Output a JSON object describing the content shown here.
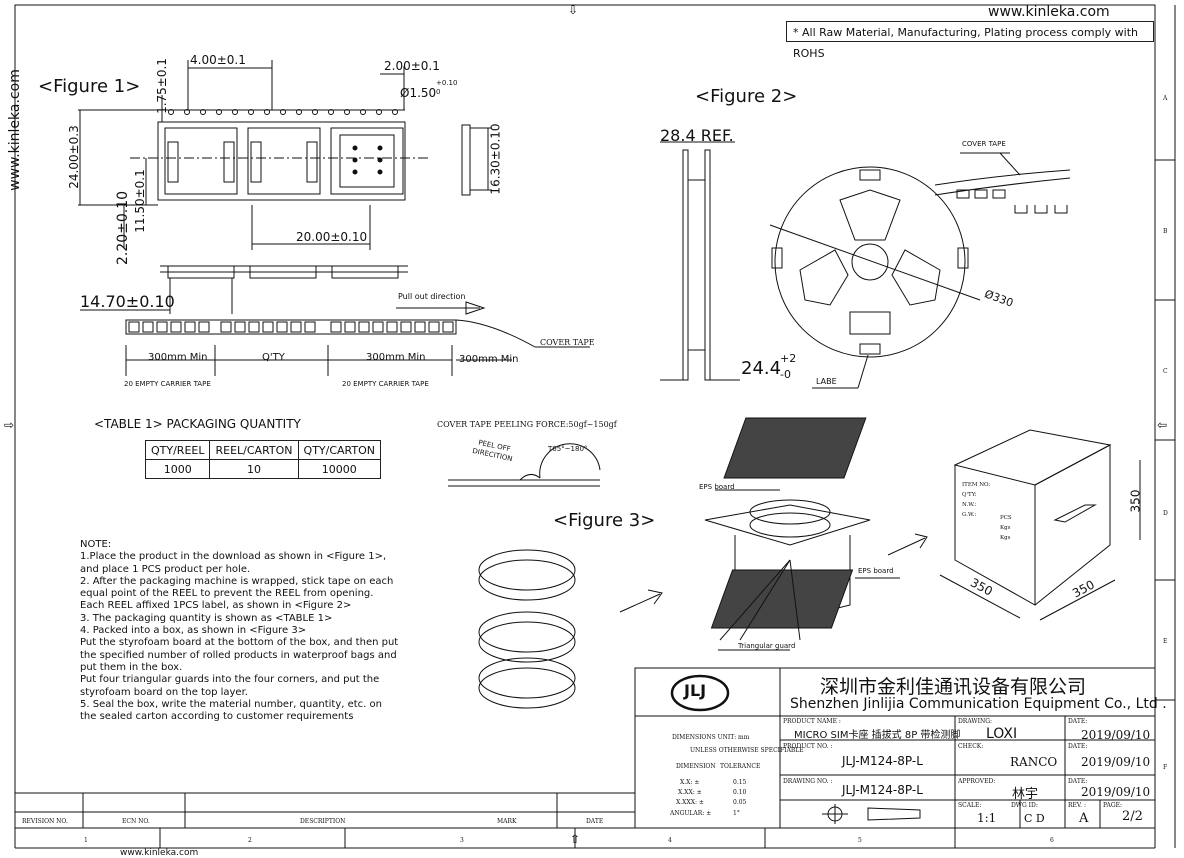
{
  "header": {
    "website": "www.kinleka.com",
    "side_website": "www.kinleka.com",
    "rohs_note": "* All Raw Material, Manufacturing, Plating process comply with ROHS"
  },
  "figures": {
    "fig1": "<Figure 1>",
    "fig2": "<Figure 2>",
    "fig3": "<Figure 3>"
  },
  "dims": {
    "d_4": "4.00±0.1",
    "d_2": "2.00±0.1",
    "d_175": "1.75±0.1",
    "d_15": "Ø1.50",
    "d_15_tol": "+0.10",
    "d_15_tol2": "0",
    "d_24": "24.00±0.3",
    "d_115": "11.50±0.1",
    "d_22": "2.20±0.10",
    "d_20": "20.00±0.10",
    "d_163": "16.30±0.10",
    "d_147": "14.70±0.10",
    "d_284": "28.4 REF.",
    "d_244": "24.4",
    "d_244_p": "+2",
    "d_244_m": "-0",
    "d_330": "Ø330",
    "d_350a": "350",
    "d_350b": "350",
    "d_350c": "350"
  },
  "tape": {
    "pull": "Pull out direction",
    "cover": "COVER TAPE",
    "min1": "300mm Min",
    "qty": "Q'TY",
    "min2": "300mm Min",
    "min3": "300mm Min",
    "empty1": "20 EMPTY CARRIER TAPE",
    "empty2": "20 EMPTY CARRIER TAPE"
  },
  "reel": {
    "cover": "COVER TAPE",
    "labe": "LABE"
  },
  "peel": {
    "force": "COVER TAPE PEELING FORCE:50gf~150gf",
    "dir": "PEEL OFF",
    "dir2": "DIRECITION",
    "angle": "T65°~180°"
  },
  "box": {
    "eps1": "EPS board",
    "eps2": "EPS board",
    "guard": "Triangular guard",
    "lbl1": "ITEM NO:",
    "lbl2": "Q'TY:",
    "lbl3": "N.W.:",
    "lbl4": "G.W.:",
    "v1": "PCS",
    "v2": "Kgs",
    "v3": "Kgs"
  },
  "table": {
    "caption": "<TABLE 1> PACKAGING QUANTITY",
    "headers": [
      "QTY/REEL",
      "REEL/CARTON",
      "QTY/CARTON"
    ],
    "row": [
      "1000",
      "10",
      "10000"
    ]
  },
  "note": {
    "title": "NOTE:",
    "lines": [
      "1.Place the product in the download as shown in <Figure 1>, and place 1 PCS product per hole.",
      "2. After the packaging machine is wrapped, stick tape on each equal point of the REEL to prevent the REEL from opening.",
      "  Each REEL affixed 1PCS label, as shown in <Figure 2>",
      "3. The packaging quantity is shown as <TABLE 1>",
      "4. Packed into a box, as shown in <Figure 3>",
      "  Put the styrofoam board at the bottom of the box, and then put the specified number of rolled products in waterproof bags and put them in the box.",
      "  Put four triangular guards into the four corners, and put the styrofoam board on the top layer.",
      "5. Seal the box, write the material number, quantity, etc. on the sealed carton according to customer requirements"
    ]
  },
  "titleblock": {
    "company_cn": "深圳市金利佳通讯设备有限公司",
    "company_en": "Shenzhen Jinlijia Communication Equipment Co., Ltd .",
    "dim_unit": "DIMENSIONS UNIT:  mm",
    "unless": "UNLESS OTHERWISE SPECIFIABLE",
    "dimension": "DIMENSION",
    "tolerance": "TOLERANCE",
    "tol_rows": [
      [
        "X.X: ±",
        "0.15"
      ],
      [
        "X.XX: ±",
        "0.10"
      ],
      [
        "X.XXX: ±",
        "0.05"
      ],
      [
        "ANGULAR: ±",
        "1°"
      ]
    ],
    "product_name_lbl": "PRODUCT NAME :",
    "product_name": "MICRO SIM卡座 插拔式 8P 带检测脚",
    "product_no_lbl": "PRODUCT NO. :",
    "product_no": "JLJ-M124-8P-L",
    "drawing_no_lbl": "DRAWING NO. :",
    "drawing_no": "JLJ-M124-8P-L",
    "drawing_lbl": "DRAWING:",
    "drawing": "LOXI",
    "check_lbl": "CHECK:",
    "check": "RANCO",
    "approved_lbl": "APPROVED:",
    "approved": "林宇",
    "date_lbl": "DATE:",
    "date1": "2019/09/10",
    "date2": "2019/09/10",
    "date3": "2019/09/10",
    "scale_lbl": "SCALE:",
    "scale": "1:1",
    "dwg_lbl": "DWG ID:",
    "dwg": "C D",
    "rev_lbl": "REV. :",
    "rev": "A",
    "page_lbl": "PAGE:",
    "page": "2/2",
    "revision_no": "REVISION NO.",
    "ecn_no": "ECN NO.",
    "description": "DESCRIPTION",
    "mark": "MARK",
    "date": "DATE"
  },
  "grid": {
    "cols": [
      "1",
      "2",
      "3",
      "4",
      "5",
      "6"
    ],
    "rows": [
      "A",
      "B",
      "C",
      "D",
      "E",
      "F"
    ]
  },
  "footer": {
    "website": "www.kinleka.com"
  }
}
